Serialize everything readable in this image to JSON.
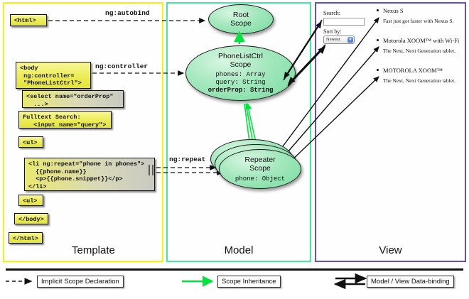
{
  "columns": [
    {
      "id": "template",
      "label": "Template",
      "border_color": "#f2f20d"
    },
    {
      "id": "model",
      "label": "Model",
      "border_color": "#44e8a0"
    },
    {
      "id": "view",
      "label": "View",
      "border_color": "#5c4fe0"
    }
  ],
  "template": {
    "boxes": [
      {
        "id": "html-open",
        "text": "<html>",
        "style": "yellow"
      },
      {
        "id": "body-open",
        "text": "<body\n ng:controller=\n \"PhoneListCtrl\">",
        "style": "yellow"
      },
      {
        "id": "select",
        "text": "<select name=\"orderProp\"\n  ...>",
        "style": "grey"
      },
      {
        "id": "fulltext",
        "text": "Fulltext Search:\n   <input name=\"query\">",
        "style": "yellow"
      },
      {
        "id": "ul-open",
        "text": "<ul>",
        "style": "yellow"
      },
      {
        "id": "li-repeat",
        "text": "<li ng:repeat=\"phone in phones\">\n  {{phone.name}}\n  <p>{{phone.snippet}}</p>\n</li>",
        "style": "grey"
      },
      {
        "id": "ul-close",
        "text": "<ul>",
        "style": "yellow"
      },
      {
        "id": "body-close",
        "text": "</body>",
        "style": "yellow"
      },
      {
        "id": "html-close",
        "text": "</html>",
        "style": "yellow"
      }
    ]
  },
  "model": {
    "scopes": [
      {
        "id": "root",
        "title_line1": "Root",
        "title_line2": "Scope",
        "props": []
      },
      {
        "id": "phonelistctrl",
        "title_line1": "PhoneListCtrl",
        "title_line2": "Scope",
        "props": [
          {
            "text": "phones: Array",
            "bold": false
          },
          {
            "text": "query: String",
            "bold": false
          },
          {
            "text": "orderProp: String",
            "bold": true
          }
        ]
      },
      {
        "id": "repeater",
        "title_line1": "Repeater",
        "title_line2": "Scope",
        "props": [
          {
            "text": "phone: Object",
            "bold": false
          }
        ]
      }
    ]
  },
  "view": {
    "search_label": "Search:",
    "search_value": "",
    "search_placeholder": "",
    "sort_label": "Sort by:",
    "sort_selected": "Newest",
    "sort_options": [
      "Newest"
    ],
    "phones": [
      {
        "name": "Nexus S",
        "snippet": "Fast just got faster with Nexus S."
      },
      {
        "name": "Motorola XOOM™ with Wi-Fi",
        "snippet": "The Next, Next Generation tablet."
      },
      {
        "name": "MOTOROLA XOOM™",
        "snippet": "The Next, Next Generation tablet."
      }
    ]
  },
  "arrow_labels": [
    {
      "id": "ng-autobind",
      "text": "ng:autobind"
    },
    {
      "id": "ng-controller",
      "text": "ng:controller"
    },
    {
      "id": "ng-repeat",
      "text": "ng:repeat"
    }
  ],
  "legend": {
    "items": [
      {
        "id": "implicit-scope-declaration",
        "label": "Implicit Scope Declaration",
        "line_style": "dashed",
        "color": "#111111"
      },
      {
        "id": "scope-inheritance",
        "label": "Scope Inheritance",
        "line_style": "solid",
        "color": "#00e53d"
      },
      {
        "id": "model-view-data-binding",
        "label": "Model / View Data-binding",
        "line_style": "double",
        "color": "#111111"
      }
    ]
  }
}
